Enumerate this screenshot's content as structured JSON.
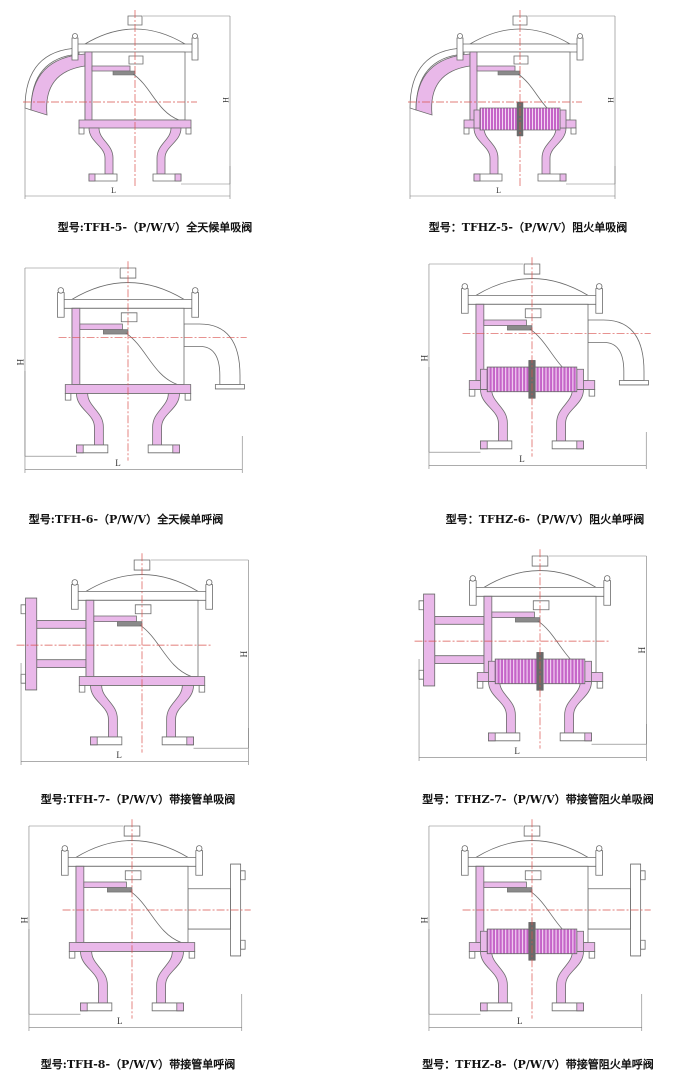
{
  "drawings": [
    {
      "caption": "型号:TFH-5-（P/W/V）全天候单吸阀"
    },
    {
      "caption": "型号：TFHZ-5-（P/W/V）阻火单吸阀"
    },
    {
      "caption": "型号:TFH-6-（P/W/V）全天候单呼阀"
    },
    {
      "caption": "型号：TFHZ-6-（P/W/V）阻火单呼阀"
    },
    {
      "caption": "型号:TFH-7-（P/W/V）带接管单吸阀"
    },
    {
      "caption": "型号：TFHZ-7-（P/W/V）带接管阻火单吸阀"
    },
    {
      "caption": "型号:TFH-8-（P/W/V）带接管单呼阀"
    },
    {
      "caption": "型号：TFHZ-8-（P/W/V）带接管阻火单呼阀"
    }
  ],
  "dimension_labels": {
    "height": "H",
    "length": "L"
  },
  "colors": {
    "line": "#6b6b6b",
    "pink": "#e9b8e9",
    "arrester": "#c564c8",
    "arrester_stripe": "#f4d6f4",
    "centerline": "#d9534f",
    "dimension": "#7a7a7a",
    "disc": "#8a8a8a"
  }
}
